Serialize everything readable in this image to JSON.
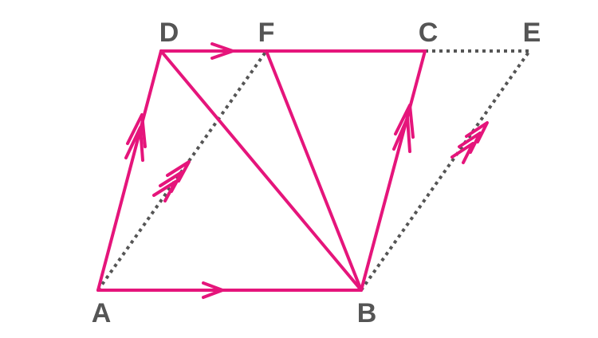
{
  "diagram": {
    "colors": {
      "solid_line": "#e5157b",
      "dotted_line": "#555555",
      "label": "#555555"
    },
    "points": {
      "A": "A",
      "B": "B",
      "C": "C",
      "D": "D",
      "E": "E",
      "F": "F"
    }
  }
}
